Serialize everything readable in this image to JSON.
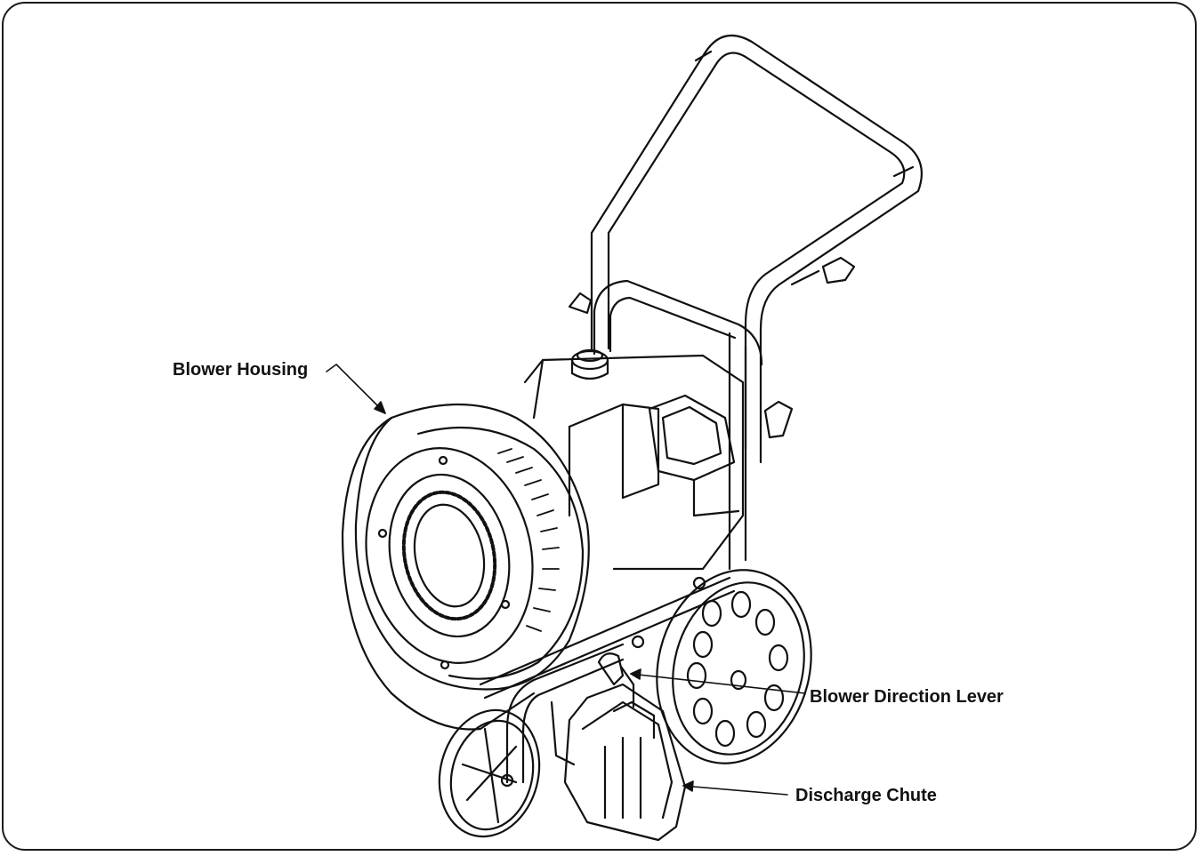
{
  "labels": {
    "blower_housing": "Blower Housing",
    "blower_direction_lever": "Blower Direction Lever",
    "discharge_chute": "Discharge Chute"
  },
  "colors": {
    "line": "#111111",
    "background": "#ffffff"
  }
}
